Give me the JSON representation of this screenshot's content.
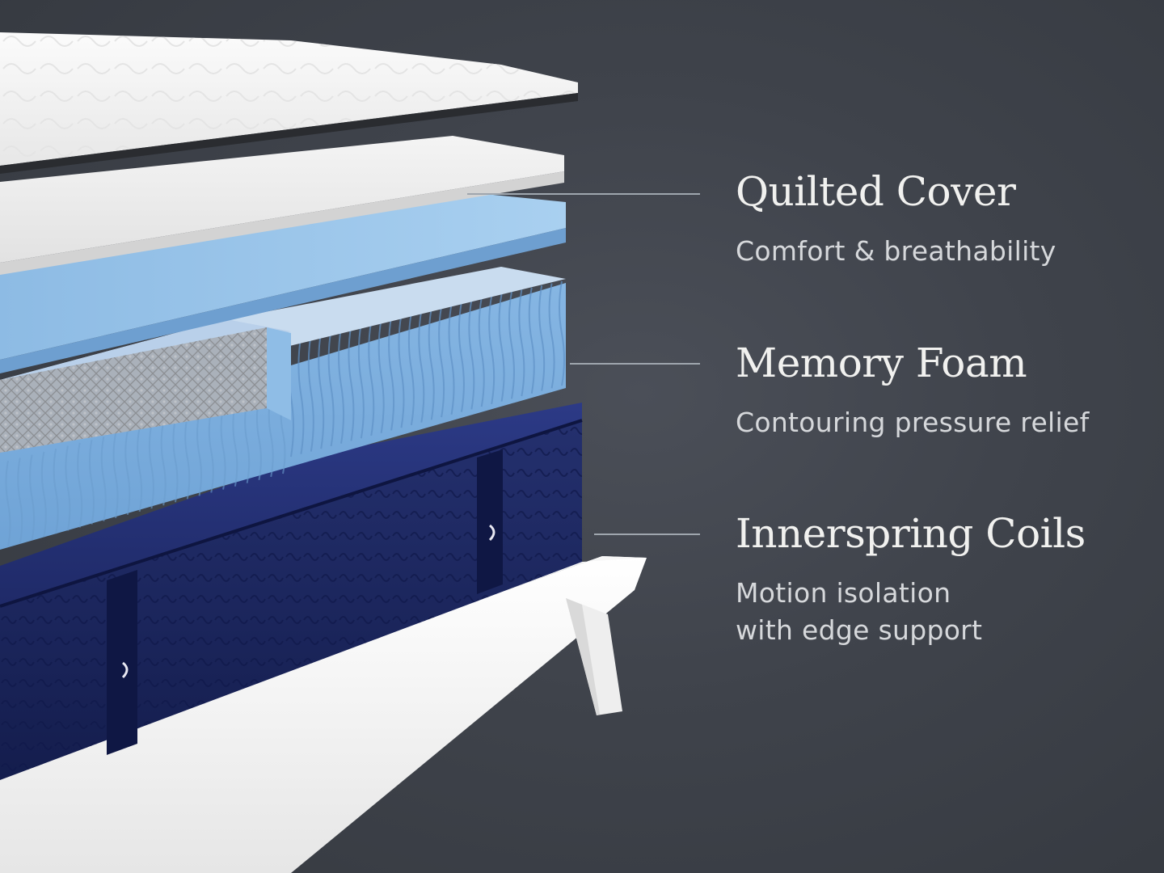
{
  "layers": [
    {
      "title": "Quilted Cover",
      "description_lines": [
        "Comfort & breathability"
      ]
    },
    {
      "title": "Memory Foam",
      "description_lines": [
        "Contouring pressure relief"
      ]
    },
    {
      "title": "Innerspring Coils",
      "description_lines": [
        "Motion isolation",
        "with edge support"
      ]
    }
  ],
  "colors": {
    "background": "#3f434b",
    "title_text": "#f1f1ef",
    "description_text": "#d6d8db",
    "leader_line": "#9fa6ae",
    "memory_foam": "#8fbde6",
    "coil_pocket": "#9ec3e8",
    "base_navy": "#1b2660",
    "frame": "#f2f2f2"
  }
}
